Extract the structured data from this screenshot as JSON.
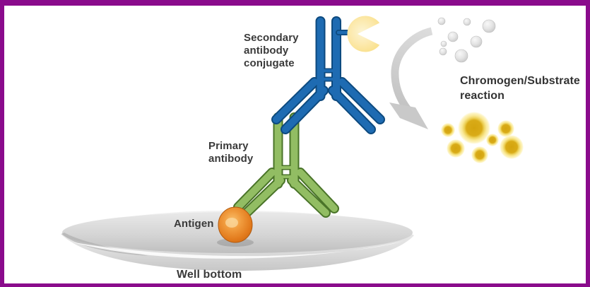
{
  "frame": {
    "border_color": "#8a0b8c",
    "background": "#ffffff"
  },
  "labels": {
    "secondary_antibody": {
      "lines": [
        "Secondary",
        "antibody",
        "conjugate"
      ]
    },
    "primary_antibody": {
      "lines": [
        "Primary",
        "antibody"
      ]
    },
    "antigen": {
      "text": "Antigen"
    },
    "well_bottom": {
      "text": "Well bottom"
    },
    "chromogen_substrate": {
      "lines": [
        "Chromogen/Substrate",
        "reaction"
      ]
    }
  },
  "diagram": {
    "type": "ELISA indirect/sandwich assay schematic",
    "elements": [
      {
        "name": "well-bottom",
        "shape": "gray microplate well dish",
        "color": "#d6d6d6"
      },
      {
        "name": "antigen",
        "shape": "orange sphere on well surface",
        "color": "#e27a1c",
        "highlight": "#f9c06c"
      },
      {
        "name": "primary-antibody",
        "shape": "green Y-shaped antibody bound to antigen",
        "fill": "#92bd63",
        "outline": "#4a7429"
      },
      {
        "name": "secondary-antibody-conjugate",
        "shape": "blue inverted Y-shaped antibody bound to primary antibody",
        "fill": "#1e6bb2",
        "outline": "#0d4a7f"
      },
      {
        "name": "enzyme-conjugate",
        "shape": "yellow pac-man circle attached to secondary antibody",
        "fill": "#fbe187",
        "highlight": "#fdf5d3"
      },
      {
        "name": "substrate-bubbles",
        "shape": "cluster of 8 gray spheres",
        "count": 8,
        "color": "#dedede"
      },
      {
        "name": "reaction-arrow",
        "shape": "gray curved arrow from substrate to chromogen product",
        "color": "#c9c9c9"
      },
      {
        "name": "chromogen-spots",
        "shape": "cluster of 7 glowing gold spots",
        "count": 7,
        "core_color": "#d7a512",
        "glow_color": "#fdf0b4"
      }
    ]
  }
}
